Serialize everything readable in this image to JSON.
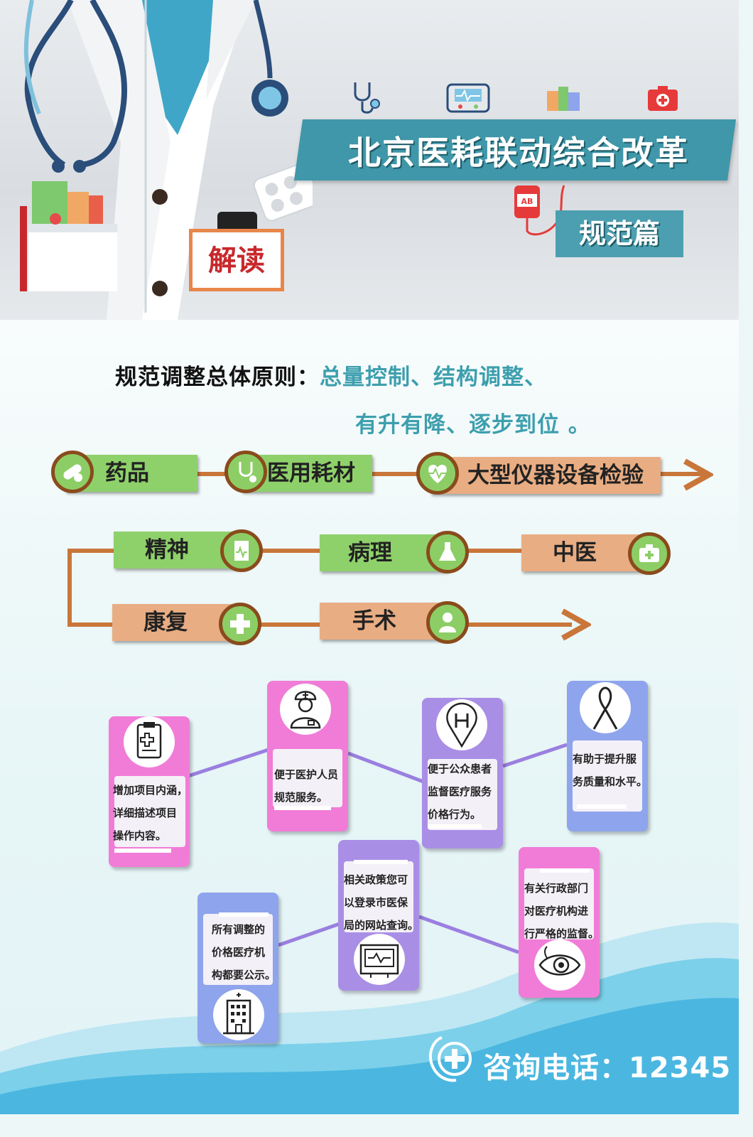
{
  "header": {
    "title": "北京医耗联动综合改革",
    "subtitle": "规范篇",
    "badge": "解读"
  },
  "principle": {
    "label": "规范调整总体原则：",
    "line1": "总量控制、结构调整、",
    "line2": "有升有降、逐步到位 。"
  },
  "categories": {
    "row1": [
      "药品",
      "医用耗材",
      "大型仪器设备检验"
    ],
    "row2": [
      "精神",
      "病理",
      "中医"
    ],
    "row3": [
      "康复",
      "手术"
    ]
  },
  "cards": [
    {
      "text": [
        "增加项目内涵，",
        "详细描述项目",
        "操作内容。"
      ],
      "icon": "clipboard-medical-icon"
    },
    {
      "text": [
        "便于医护人员",
        "规范服务。"
      ],
      "icon": "nurse-icon"
    },
    {
      "text": [
        "便于公众患者",
        "监督医疗服务",
        "价格行为。"
      ],
      "icon": "hospital-pin-icon"
    },
    {
      "text": [
        "有助于提升服",
        "务质量和水平。"
      ],
      "icon": "ribbon-icon"
    },
    {
      "text": [
        "所有调整的",
        "价格医疗机",
        "构都要公示。"
      ],
      "icon": "hospital-building-icon"
    },
    {
      "text": [
        "相关政策您可",
        "以登录市医保",
        "局的网站查询。"
      ],
      "icon": "monitor-icon"
    },
    {
      "text": [
        "有关行政部门",
        "对医疗机构进",
        "行严格的监督。"
      ],
      "icon": "eye-icon"
    }
  ],
  "footer": {
    "hotline": "咨询电话：12345"
  },
  "colors": {
    "teal": "#3f97a9",
    "green": "#8ed16a",
    "orange": "#e9ad83",
    "connector": "#c9763a",
    "pink": "#f17cd7",
    "purple": "#a98ee6",
    "blue": "#8ea4ec"
  }
}
